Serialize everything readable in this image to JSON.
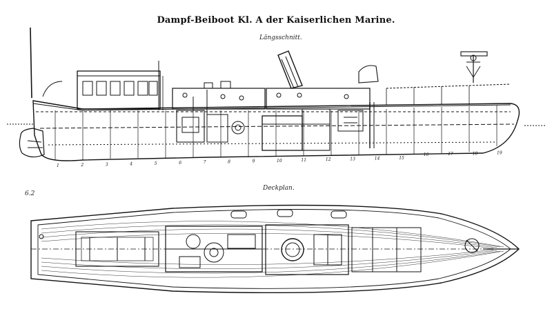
{
  "title": "Dampf-Beiboot Kl. A der Kaiserlichen Marine.",
  "views": {
    "side": {
      "label": "Längsschnitt."
    },
    "deck": {
      "label": "Deckplan."
    }
  },
  "side_frame_numbers": [
    "1",
    "2",
    "3",
    "4",
    "5",
    "6",
    "7",
    "8",
    "9",
    "10",
    "11",
    "12",
    "13",
    "14",
    "15",
    "16",
    "17",
    "18",
    "19"
  ],
  "deck_marker": "6.2",
  "colors": {
    "ink": "#111111",
    "paper": "#ffffff"
  }
}
